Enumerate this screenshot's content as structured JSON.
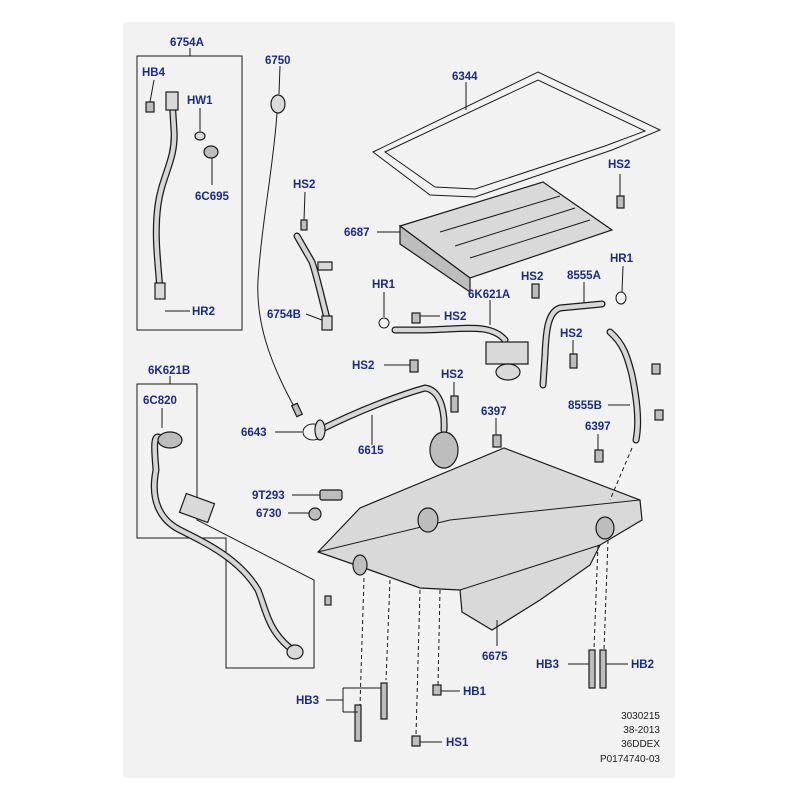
{
  "labels": {
    "l_6754A": "6754A",
    "l_HB4": "HB4",
    "l_HW1": "HW1",
    "l_6C695": "6C695",
    "l_HR2": "HR2",
    "l_6750": "6750",
    "l_6754B": "6754B",
    "l_6643": "6643",
    "l_6344": "6344",
    "l_HS2_top": "HS2",
    "l_6687": "6687",
    "l_HS2_dip": "HS2",
    "l_HR1_left": "HR1",
    "l_HS2_mid": "HS2",
    "l_6K621A": "6K621A",
    "l_HS2_a": "HS2",
    "l_8555A": "8555A",
    "l_HR1_right": "HR1",
    "l_HS2_b": "HS2",
    "l_HS2_c": "HS2",
    "l_HS2_d": "HS2",
    "l_6397_a": "6397",
    "l_8555B": "8555B",
    "l_6397_b": "6397",
    "l_6615": "6615",
    "l_6K621B": "6K621B",
    "l_6C820": "6C820",
    "l_9T293": "9T293",
    "l_6730": "6730",
    "l_6675": "6675",
    "l_HB3_right": "HB3",
    "l_HB2": "HB2",
    "l_HB3_left": "HB3",
    "l_HB1": "HB1",
    "l_HS1": "HS1"
  },
  "reference": [
    "3030215",
    "38-2013",
    "36DDEX",
    "P0174740-03"
  ],
  "colors": {
    "callout": "#1a2a8c",
    "panel": "#f2f2f2",
    "line": "#1a1a1a"
  }
}
